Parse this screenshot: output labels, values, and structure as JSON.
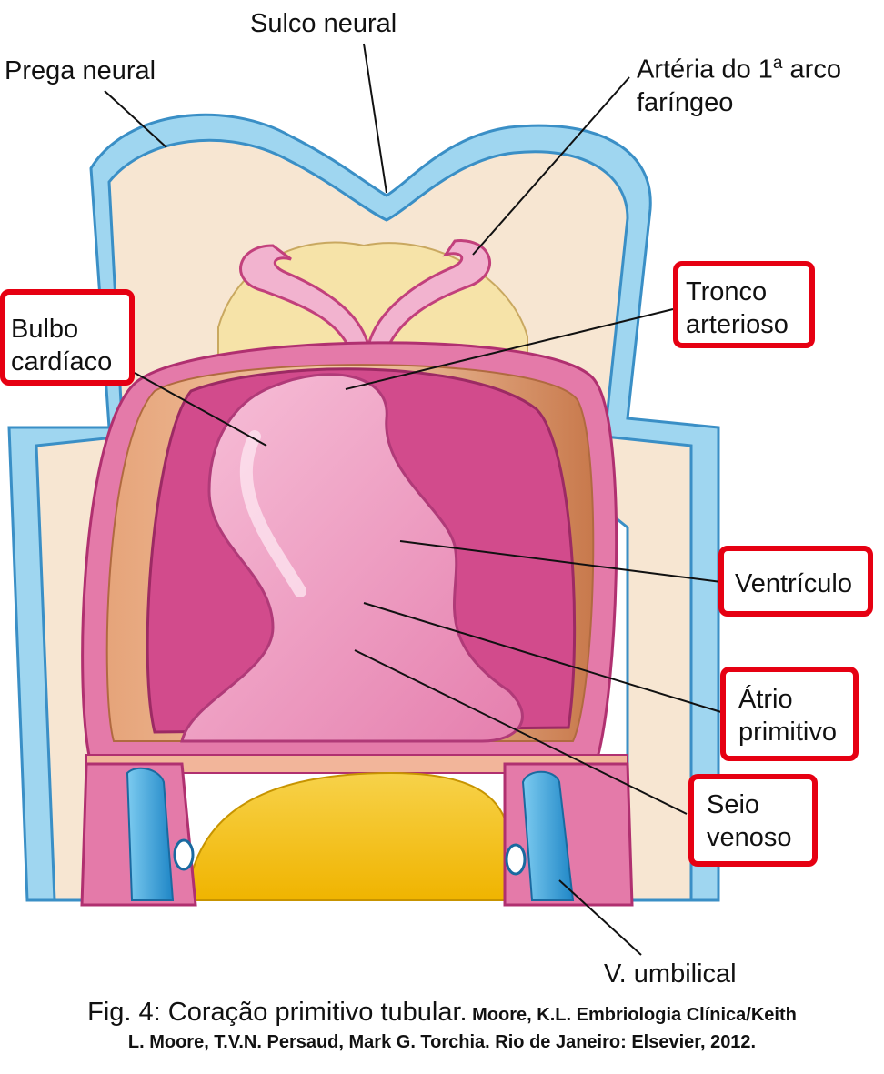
{
  "labels": {
    "sulco_neural": "Sulco neural",
    "prega_neural": "Prega neural",
    "arteria_line1": "Artéria do 1",
    "arteria_sup": "a",
    "arteria_line1_end": " arco",
    "arteria_line2": "faríngeo",
    "bulbo_line1": "Bulbo",
    "bulbo_line2": "cardíaco",
    "tronco_line1": "Tronco",
    "tronco_line2": "arterioso",
    "ventriculo": "Ventrículo",
    "atrio_line1": "Átrio",
    "atrio_line2": "primitivo",
    "seio_line1": "Seio",
    "seio_line2": "venoso",
    "umbilical": "V. umbilical"
  },
  "caption": {
    "title": "Fig. 4: Coração primitivo tubular.",
    "citation_line1": "Moore, K.L. Embriologia Clínica/Keith",
    "citation_line2": "L. Moore, T.V.N. Persaud, Mark G. Torchia. Rio de Janeiro: Elsevier, 2012."
  },
  "colors": {
    "highlight_box": "#e60012",
    "ectoderm_blue": "#9fd6f0",
    "mesoderm_beige": "#f7e6d2",
    "heart_pink": "#e0609a",
    "heart_light": "#f4a9c8",
    "cavity_brown": "#d9956a",
    "yolk_yellow": "#f5c400",
    "vein_blue": "#2d9bd8"
  }
}
